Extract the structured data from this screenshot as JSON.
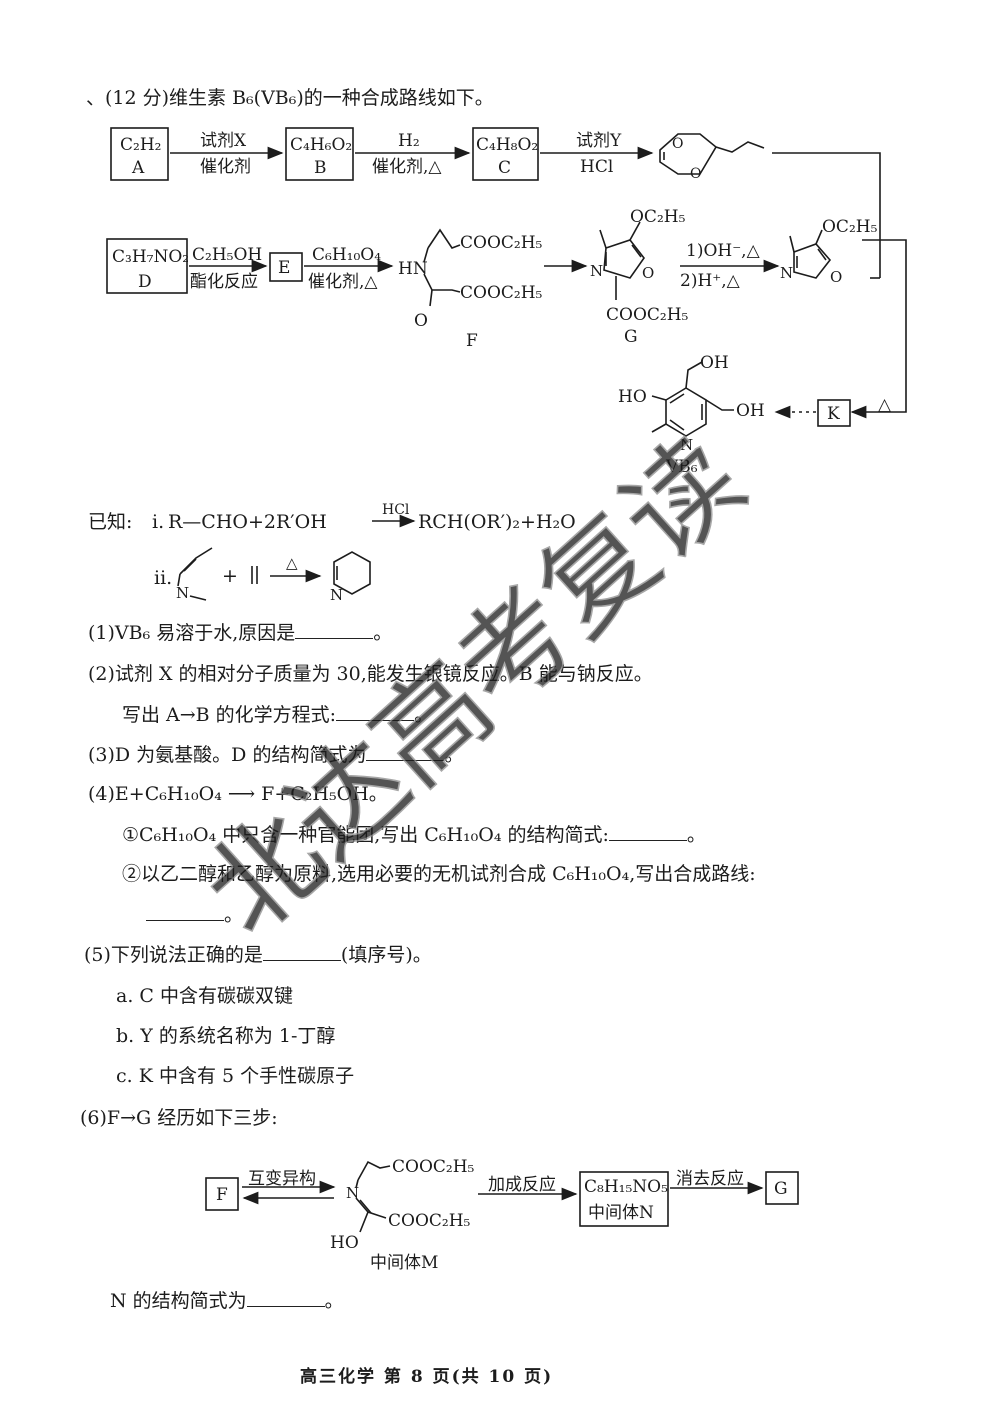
{
  "header": {
    "text": "、(12 分)维生素 B₆(VB₆)的一种合成路线如下。"
  },
  "scheme": {
    "A_formula": "C₂H₂",
    "A_label": "A",
    "B_formula": "C₄H₆O₂",
    "B_label": "B",
    "C_formula": "C₄H₈O₂",
    "C_label": "C",
    "D_formula": "C₃H₇NO₂",
    "D_label": "D",
    "E_label": "E",
    "F_label": "F",
    "G_label": "G",
    "K_label": "K",
    "VB6_label": "VB₆",
    "arrow1_top": "试剂X",
    "arrow1_bottom": "催化剂",
    "arrow2_top": "H₂",
    "arrow2_bottom": "催化剂,△",
    "arrow3_top": "试剂Y",
    "arrow3_bottom": "HCl",
    "arrow4_top": "C₂H₅OH",
    "arrow4_bottom": "酯化反应",
    "arrow5_top": "C₆H₁₀O₄",
    "arrow5_bottom": "催化剂,△",
    "arrow7_top": "1)OH⁻,△",
    "arrow7_bottom": "2)H⁺,△",
    "arrowK": "△",
    "F_cooet1": "COOC₂H₅",
    "F_cooet2": "COOC₂H₅",
    "F_hn": "HN",
    "F_o": "O",
    "G_oet": "OC₂H₅",
    "G_coo": "COOC₂H₅",
    "G_n": "N",
    "G_o": "O",
    "H_oet": "OC₂H₅",
    "H_n": "N",
    "H_o": "O",
    "dioxepine_o1": "O",
    "dioxepine_o2": "O",
    "vb6_ho": "HO",
    "vb6_oh1": "OH",
    "vb6_oh2": "OH",
    "vb6_n": "N"
  },
  "known": {
    "label": "已知:",
    "i_num": "i.",
    "i_left": "R—CHO+2R′OH",
    "i_cond": "HCl",
    "i_right": "RCH(OR′)₂+H₂O",
    "ii_num": "ii.",
    "ii_n": "N",
    "ii_plus": "+",
    "ii_cond": "△",
    "ii_prod_n": "N"
  },
  "questions": {
    "q1": "(1)VB₆ 易溶于水,原因是",
    "q1_end": "。",
    "q2a": "(2)试剂 X 的相对分子质量为 30,能发生银镜反应。B 能与钠反应。",
    "q2b": "写出 A→B 的化学方程式:",
    "q2b_end": "。",
    "q3": "(3)D 为氨基酸。D 的结构简式为",
    "q3_end": "。",
    "q4": "(4)E+C₆H₁₀O₄ ⟶ F+C₂H₅OH。",
    "q4a": "①C₆H₁₀O₄ 中只含一种官能团,写出 C₆H₁₀O₄ 的结构简式:",
    "q4a_end": "。",
    "q4b": "②以乙二醇和乙醇为原料,选用必要的无机试剂合成 C₆H₁₀O₄,写出合成路线:",
    "q4b_end": "。",
    "q5": "(5)下列说法正确的是",
    "q5_end": "(填序号)。",
    "q5a": "a. C 中含有碳碳双键",
    "q5b": "b. Y 的系统名称为 1-丁醇",
    "q5c": "c. K 中含有 5 个手性碳原子",
    "q6": "(6)F→G 经历如下三步:",
    "q6_F": "F",
    "q6_arrow1": "互变异构",
    "q6_M_coo1": "COOC₂H₅",
    "q6_M_coo2": "COOC₂H₅",
    "q6_M_n": "N",
    "q6_M_ho": "HO",
    "q6_M_label": "中间体M",
    "q6_arrow2": "加成反应",
    "q6_N_formula": "C₈H₁₅NO₅",
    "q6_N_label": "中间体N",
    "q6_arrow3": "消去反应",
    "q6_G": "G",
    "q6_last": "N 的结构简式为",
    "q6_last_end": "。"
  },
  "watermark": {
    "text": "北达高考复读"
  },
  "footer": {
    "text": "高三化学  第 8 页(共 10 页)"
  }
}
